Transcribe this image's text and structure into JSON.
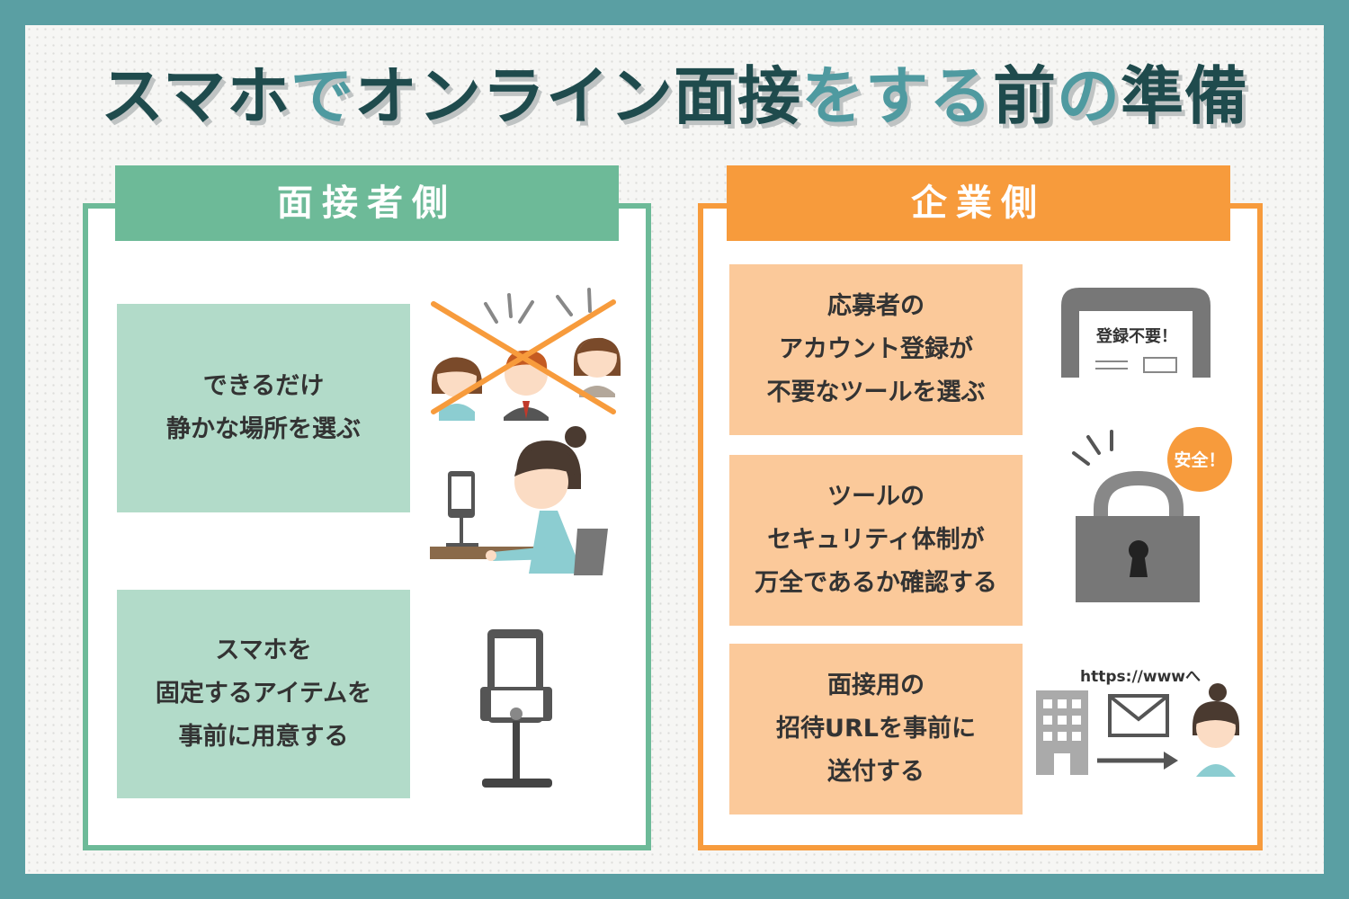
{
  "title": {
    "parts": [
      {
        "text": "スマホ",
        "color": "#1f4b4d"
      },
      {
        "text": "で",
        "color": "#4f9aa0"
      },
      {
        "text": "オンライン面接",
        "color": "#1f4b4d"
      },
      {
        "text": "をする",
        "color": "#4f9aa0"
      },
      {
        "text": "前",
        "color": "#1f4b4d"
      },
      {
        "text": "の",
        "color": "#4f9aa0"
      },
      {
        "text": "準備",
        "color": "#1f4b4d"
      }
    ]
  },
  "colors": {
    "frame": "#5a9fa3",
    "interviewee_accent": "#6dba98",
    "company_accent": "#f79b3c",
    "interviewee_card": "#b2dbc9",
    "company_card": "#fbc99a"
  },
  "interviewee": {
    "heading": "面接者側",
    "items": [
      {
        "lines": [
          "できるだけ",
          "静かな場所を選ぶ"
        ],
        "icon": "quiet-place-illustration"
      },
      {
        "lines": [
          "スマホを",
          "固定するアイテムを",
          "事前に用意する"
        ],
        "icon": "phone-stand-illustration"
      }
    ]
  },
  "company": {
    "heading": "企業側",
    "items": [
      {
        "lines": [
          "応募者の",
          "アカウント登録が",
          "不要なツールを選ぶ"
        ],
        "icon": "no-registration-illustration",
        "callout": "登録不要！"
      },
      {
        "lines": [
          "ツールの",
          "セキュリティ体制が",
          "万全であるか確認する"
        ],
        "icon": "padlock-illustration",
        "callout": "安全！"
      },
      {
        "lines": [
          "面接用の",
          "招待URLを事前に",
          "送付する"
        ],
        "icon": "send-url-illustration",
        "callout": "https://wwwへ"
      }
    ]
  }
}
